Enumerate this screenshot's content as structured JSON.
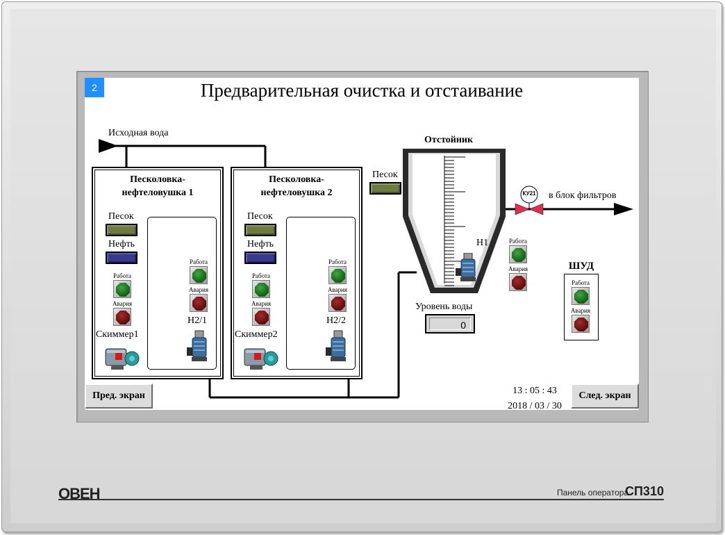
{
  "screen": {
    "number": "2",
    "title": "Предварительная очистка и отстаивание",
    "source_water_label": "Исходная вода",
    "units": [
      {
        "title_line1": "Песколовка-",
        "title_line2": "нефтеловушка 1",
        "sand_label": "Песок",
        "oil_label": "Нефть",
        "skimmer_work_label": "Работа",
        "skimmer_fault_label": "Авария",
        "skimmer_label": "Скиммер1",
        "pump_work_label": "Работа",
        "pump_fault_label": "Авария",
        "pump_label": "Н2/1"
      },
      {
        "title_line1": "Песколовка-",
        "title_line2": "нефтеловушка 2",
        "sand_label": "Песок",
        "oil_label": "Нефть",
        "skimmer_work_label": "Работа",
        "skimmer_fault_label": "Авария",
        "skimmer_label": "Скиммер2",
        "pump_work_label": "Работа",
        "pump_fault_label": "Авария",
        "pump_label": "Н2/2"
      }
    ],
    "settler": {
      "title": "Отстойник",
      "sand_label": "Песок",
      "pump_label": "Н1",
      "pump_work_label": "Работа",
      "pump_fault_label": "Авария",
      "level_label": "Уровень воды",
      "level_value": "0"
    },
    "valve_label": "КУ21",
    "to_filters_label": "в блок фильтров",
    "shud": {
      "title": "ШУД",
      "work_label": "Работа",
      "fault_label": "Авария"
    },
    "time": "13 : 05 : 43",
    "date": "2018 / 03 / 30",
    "prev_button": "Пред. экран",
    "next_button": "След. экран"
  },
  "device": {
    "brand": "ОВЕН",
    "caption": "Панель оператора",
    "model": "СП310"
  },
  "colors": {
    "screen_number_bg": "#1e90ff",
    "indicator_sand": "#6e7a40",
    "indicator_oil": "#3a3a8c",
    "lamp_work": "#1a7a1a",
    "lamp_fault": "#7a1010",
    "valve": "#e03050"
  }
}
